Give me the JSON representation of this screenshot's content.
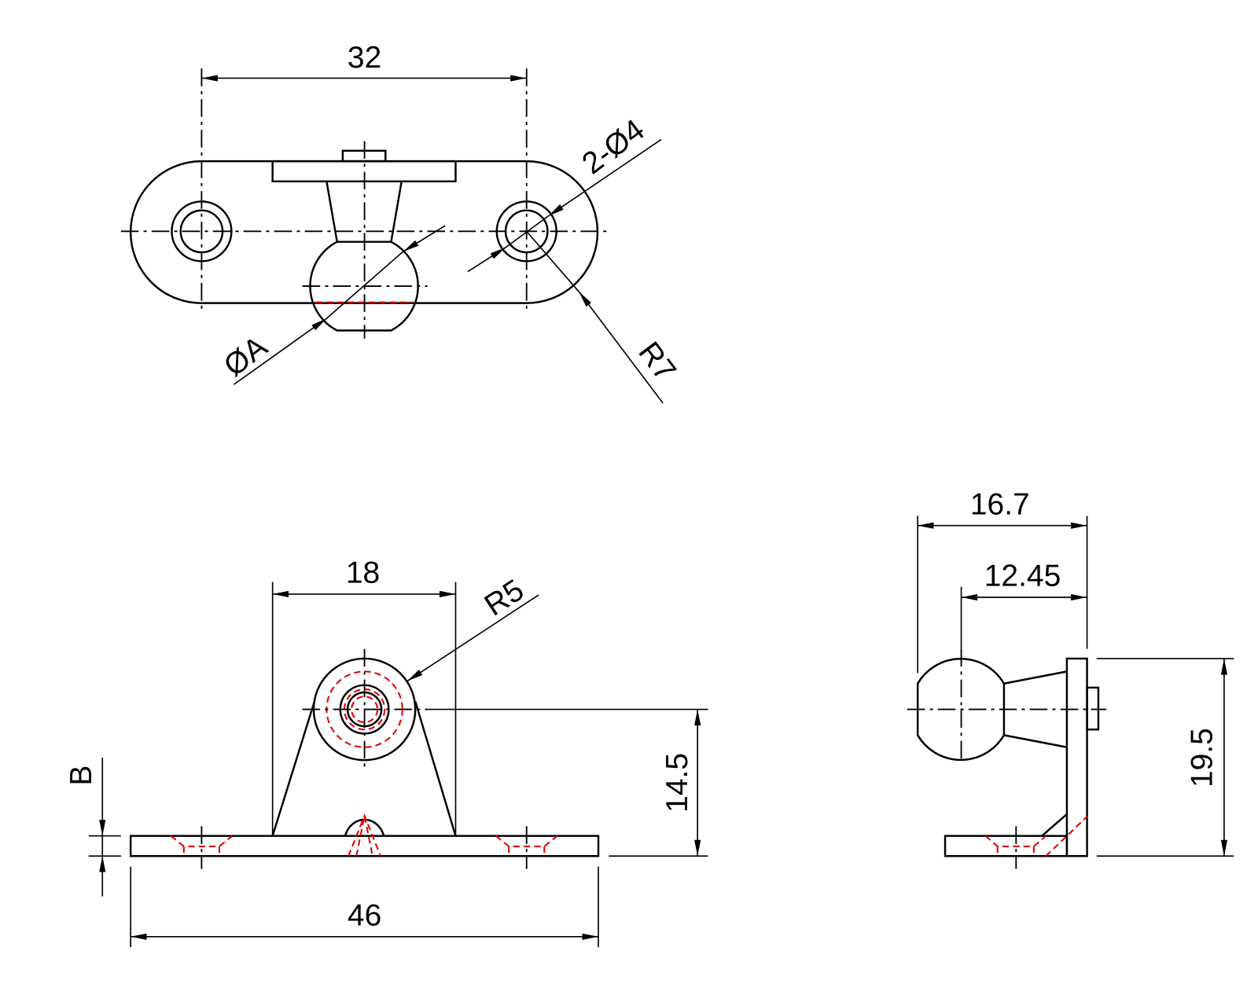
{
  "top_view": {
    "dim_width": "32",
    "dim_holes": "2-Ø4",
    "dim_ball": "ØA",
    "dim_radius": "R7"
  },
  "front_view": {
    "dim_bracket": "18",
    "dim_radius": "R5",
    "dim_height": "14.5",
    "dim_length": "46",
    "dim_thickness": "B"
  },
  "side_view": {
    "dim_depth": "16.7",
    "dim_ball_offset": "12.45",
    "dim_height": "19.5"
  },
  "colors": {
    "outline": "#000000",
    "hidden": "#e00000"
  }
}
